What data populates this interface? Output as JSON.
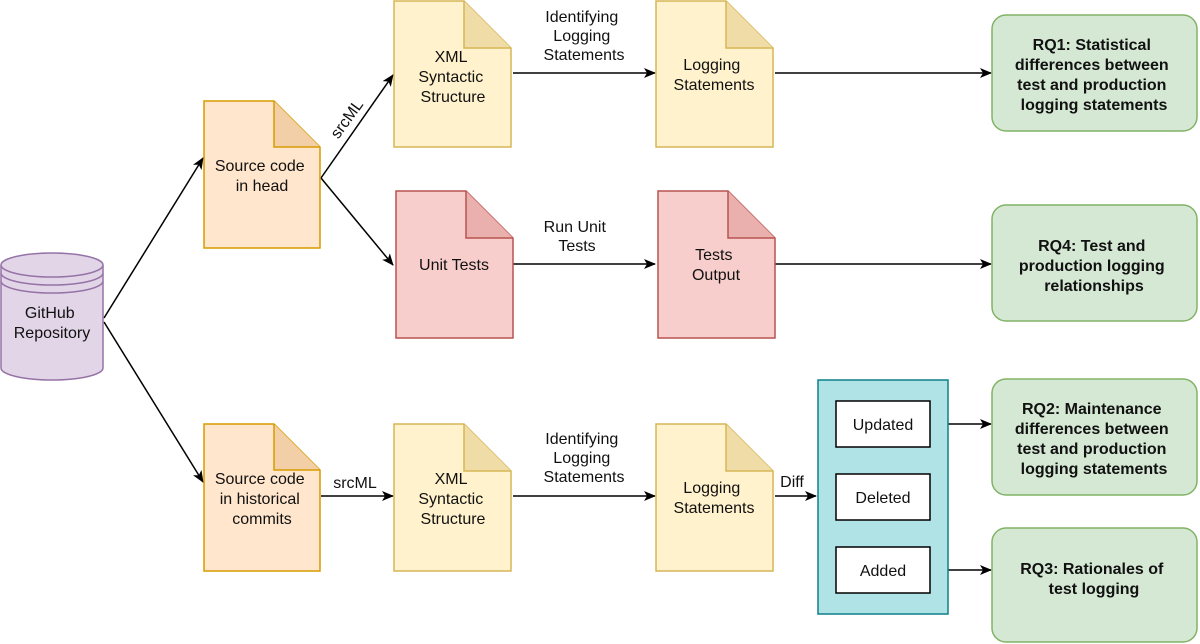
{
  "colors": {
    "repo_fill": "#e1d5e7",
    "repo_stroke": "#9673a6",
    "orange_fill": "#ffe6cc",
    "orange_stroke": "#d79b00",
    "yellow_fill": "#fff2cc",
    "yellow_stroke": "#d6b656",
    "red_fill": "#f8cecc",
    "red_stroke": "#b85450",
    "green_fill": "#d5e8d4",
    "green_stroke": "#82b366",
    "teal_fill": "#b0e3e6",
    "teal_stroke": "#0e8088"
  },
  "repo": {
    "lines": [
      "GitHub",
      "Repository"
    ]
  },
  "source_head": {
    "lines": [
      "Source code",
      "in head"
    ]
  },
  "source_hist": {
    "lines": [
      "Source code",
      "in historical",
      "commits"
    ]
  },
  "xml_top": {
    "lines": [
      "XML",
      "Syntactic",
      "Structure"
    ]
  },
  "xml_bottom": {
    "lines": [
      "XML",
      "Syntactic",
      "Structure"
    ]
  },
  "log_top": {
    "lines": [
      "Logging",
      "Statements"
    ]
  },
  "log_bottom": {
    "lines": [
      "Logging",
      "Statements"
    ]
  },
  "unit_tests": {
    "lines": [
      "Unit Tests"
    ]
  },
  "tests_output": {
    "lines": [
      "Tests",
      "Output"
    ]
  },
  "edge_labels": {
    "srcml_top": "srcML",
    "srcml_bottom": "srcML",
    "identify_top": [
      "Identifying",
      "Logging",
      "Statements"
    ],
    "identify_bottom": [
      "Identifying",
      "Logging",
      "Statements"
    ],
    "run_unit_tests": [
      "Run Unit",
      "Tests"
    ],
    "diff": "Diff"
  },
  "changes": {
    "updated": "Updated",
    "deleted": "Deleted",
    "added": "Added"
  },
  "rq1": {
    "lines": [
      "RQ1: Statistical",
      "differences between",
      "test and production",
      "logging statements"
    ]
  },
  "rq4": {
    "lines": [
      "RQ4: Test and",
      "production logging",
      "relationships"
    ]
  },
  "rq2": {
    "lines": [
      "RQ2: Maintenance",
      "differences between",
      "test and production",
      "logging statements"
    ]
  },
  "rq3": {
    "lines": [
      "RQ3: Rationales of",
      "test logging"
    ]
  }
}
